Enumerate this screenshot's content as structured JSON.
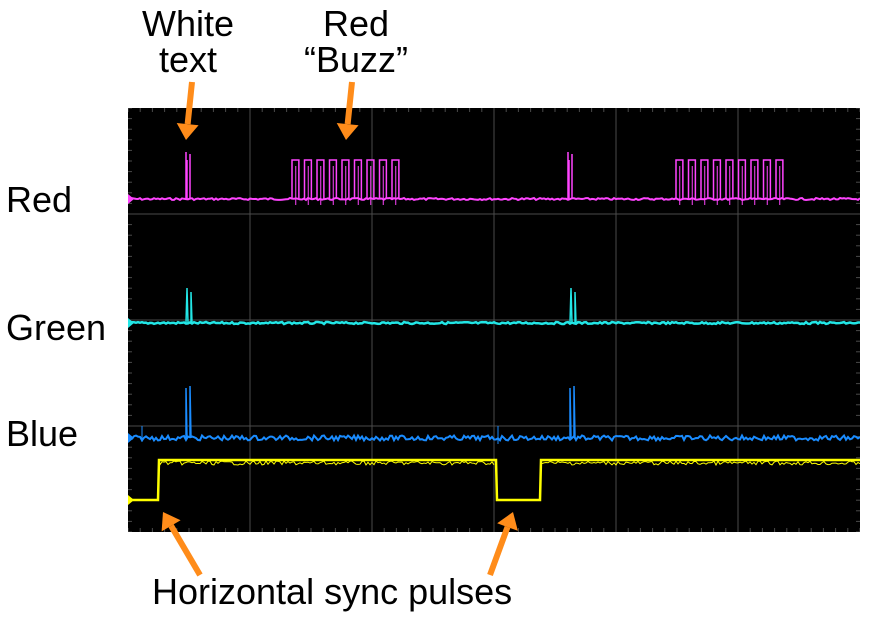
{
  "annotations": {
    "white_text": {
      "line1": "White",
      "line2": "text"
    },
    "red_buzz": {
      "line1": "Red",
      "line2": "“Buzz”"
    },
    "hsync": "Horizontal sync pulses"
  },
  "channels": [
    {
      "label": "Red",
      "color": "#ff44ff"
    },
    {
      "label": "Green",
      "color": "#22e6e6"
    },
    {
      "label": "Blue",
      "color": "#1a8cff"
    },
    {
      "label": "",
      "color": "#ffff00"
    }
  ],
  "colors": {
    "arrow": "#ff8c1a",
    "screen": "#000000",
    "grid": "#4a4a4a"
  }
}
